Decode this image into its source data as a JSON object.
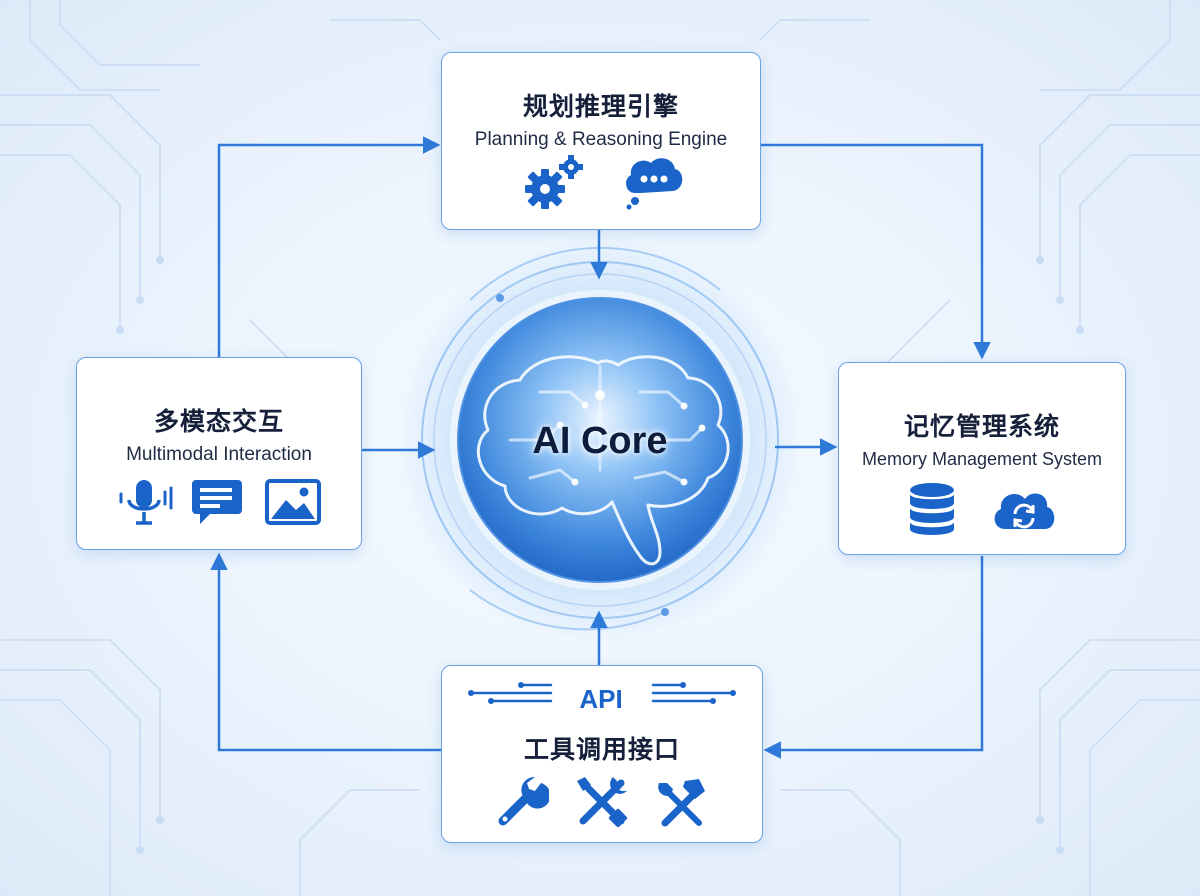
{
  "core": {
    "title": "AI Core"
  },
  "planning": {
    "title_zh": "规划推理引擎",
    "title_en": "Planning & Reasoning Engine",
    "icons": [
      "gears-icon",
      "chat-bubble-icon"
    ]
  },
  "multimodal": {
    "title_zh": "多模态交互",
    "title_en": "Multimodal Interaction",
    "icons": [
      "microphone-icon",
      "message-icon",
      "image-icon"
    ]
  },
  "memory": {
    "title_zh": "记忆管理系统",
    "title_en": "Memory Management System",
    "icons": [
      "database-icon",
      "cloud-sync-icon"
    ]
  },
  "tools": {
    "badge": "API",
    "title_zh": "工具调用接口",
    "icons": [
      "wrench-icon",
      "tools-cross-icon",
      "hammer-wrench-icon"
    ]
  },
  "colors": {
    "accent": "#1a63c9",
    "line": "#2f7ad9",
    "card_border": "#6aa2e6",
    "background": "#eaf3fd",
    "text": "#16203a"
  }
}
